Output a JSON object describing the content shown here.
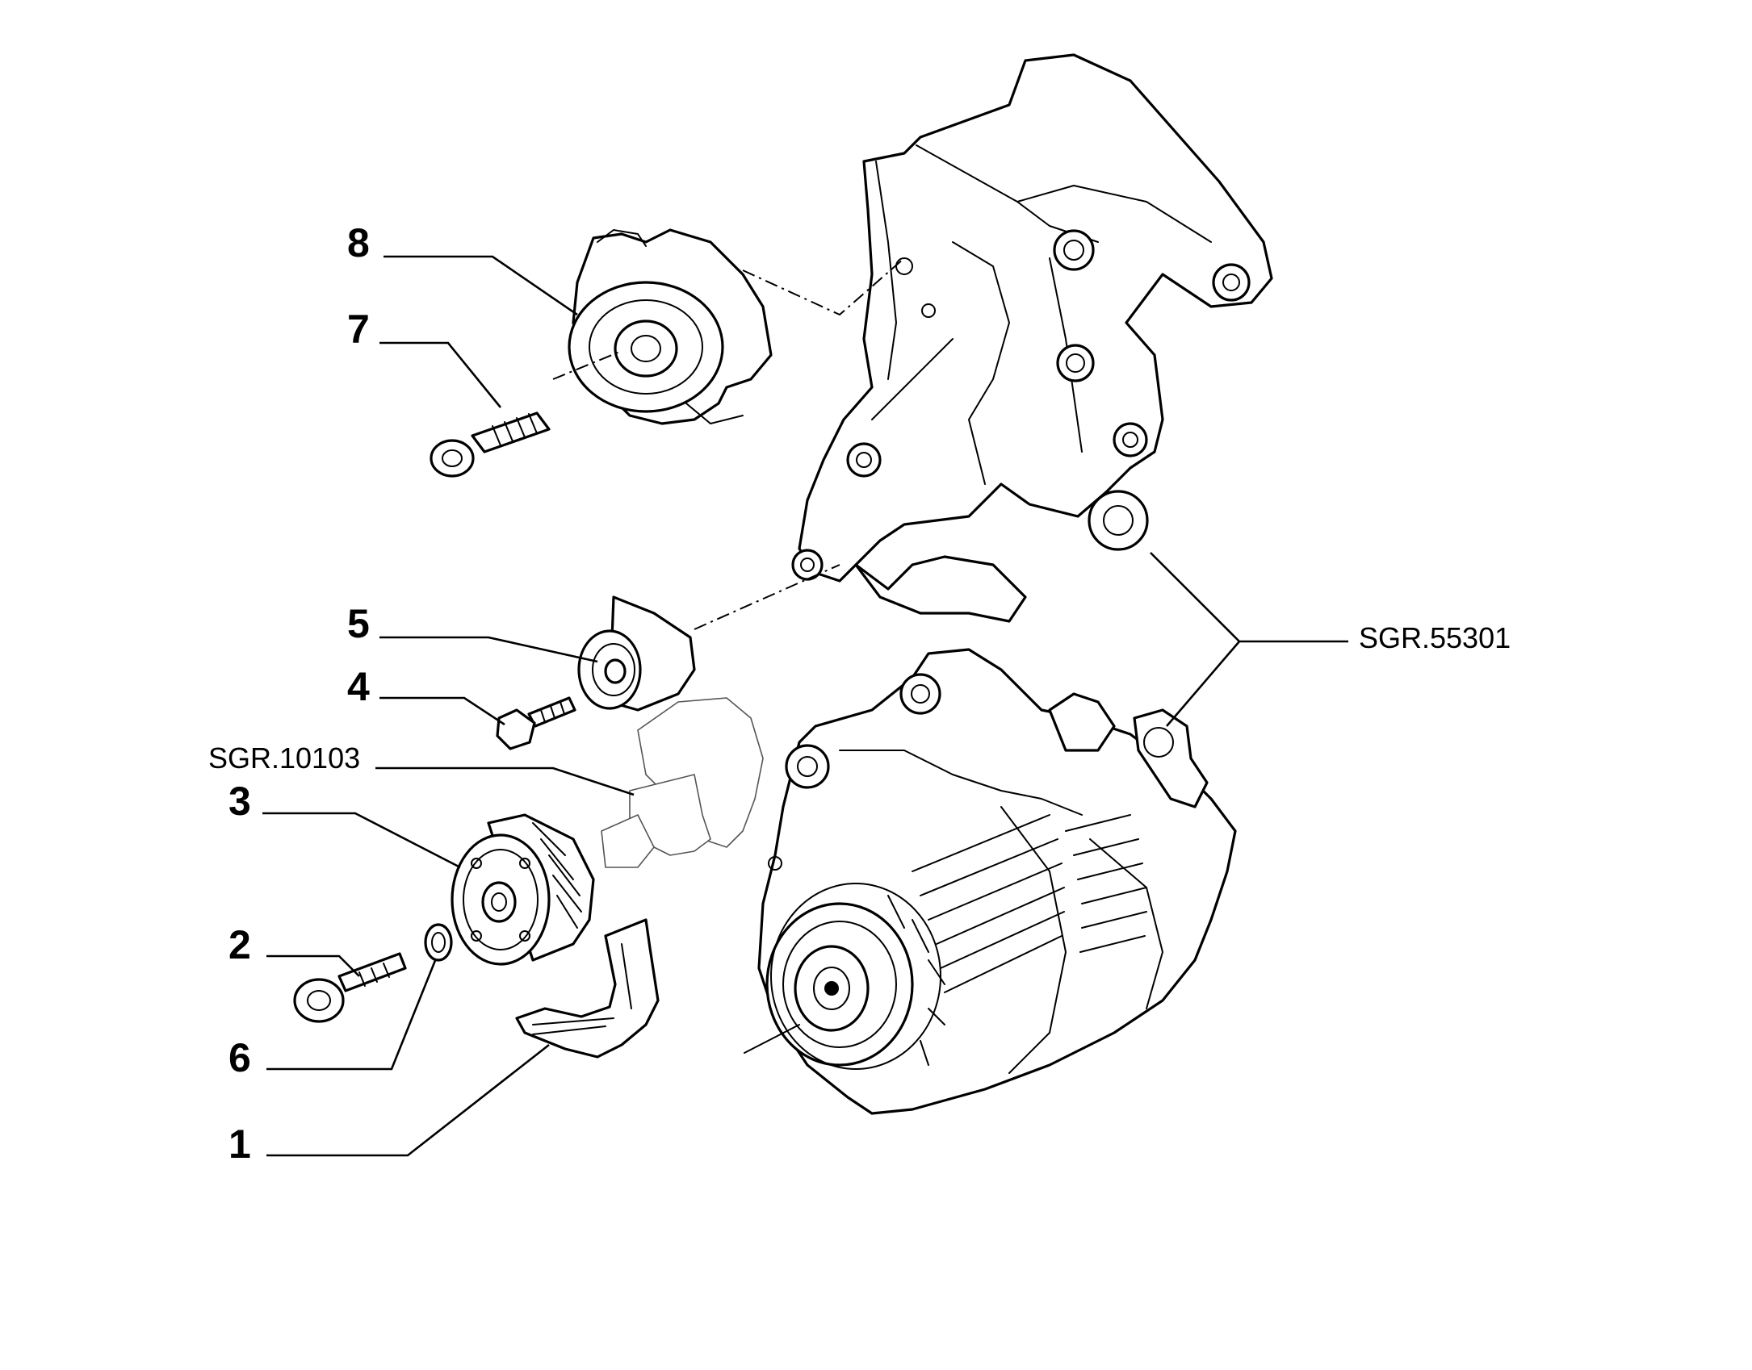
{
  "callouts": [
    {
      "id": "1",
      "label": "1"
    },
    {
      "id": "2",
      "label": "2"
    },
    {
      "id": "3",
      "label": "3"
    },
    {
      "id": "4",
      "label": "4"
    },
    {
      "id": "5",
      "label": "5"
    },
    {
      "id": "6",
      "label": "6"
    },
    {
      "id": "7",
      "label": "7"
    },
    {
      "id": "8",
      "label": "8"
    }
  ],
  "references": {
    "alternator_group": "SGR.55301",
    "crankshaft_group": "SGR.10103"
  }
}
